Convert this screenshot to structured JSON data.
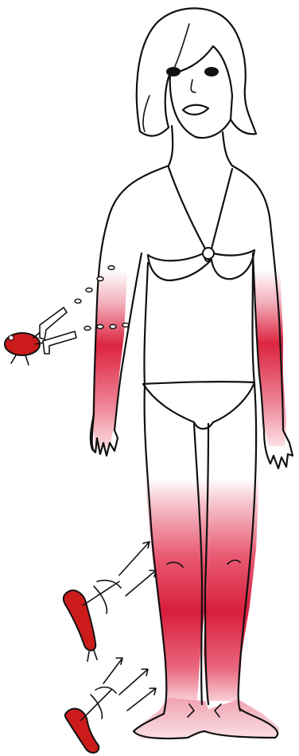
{
  "colors": {
    "background": "#ffffff",
    "outline": "#111111",
    "affected_zone": "#d81e3c",
    "affected_zone_light": "#f6c9d1",
    "creature": "#cc1b1b"
  },
  "figure": {
    "subject": "woman in bikini",
    "highlighted_regions": [
      "left-forearm",
      "right-forearm",
      "left-leg",
      "right-leg",
      "feet"
    ]
  },
  "attackers": [
    {
      "kind": "creature-with-pistols",
      "icon": "pistol-icon",
      "target": "left-forearm"
    },
    {
      "kind": "sausage-with-crossbow",
      "icon": "crossbow-icon",
      "target": "left-leg"
    },
    {
      "kind": "sausage-with-crossbow",
      "icon": "crossbow-icon",
      "target": "left-shin"
    }
  ]
}
